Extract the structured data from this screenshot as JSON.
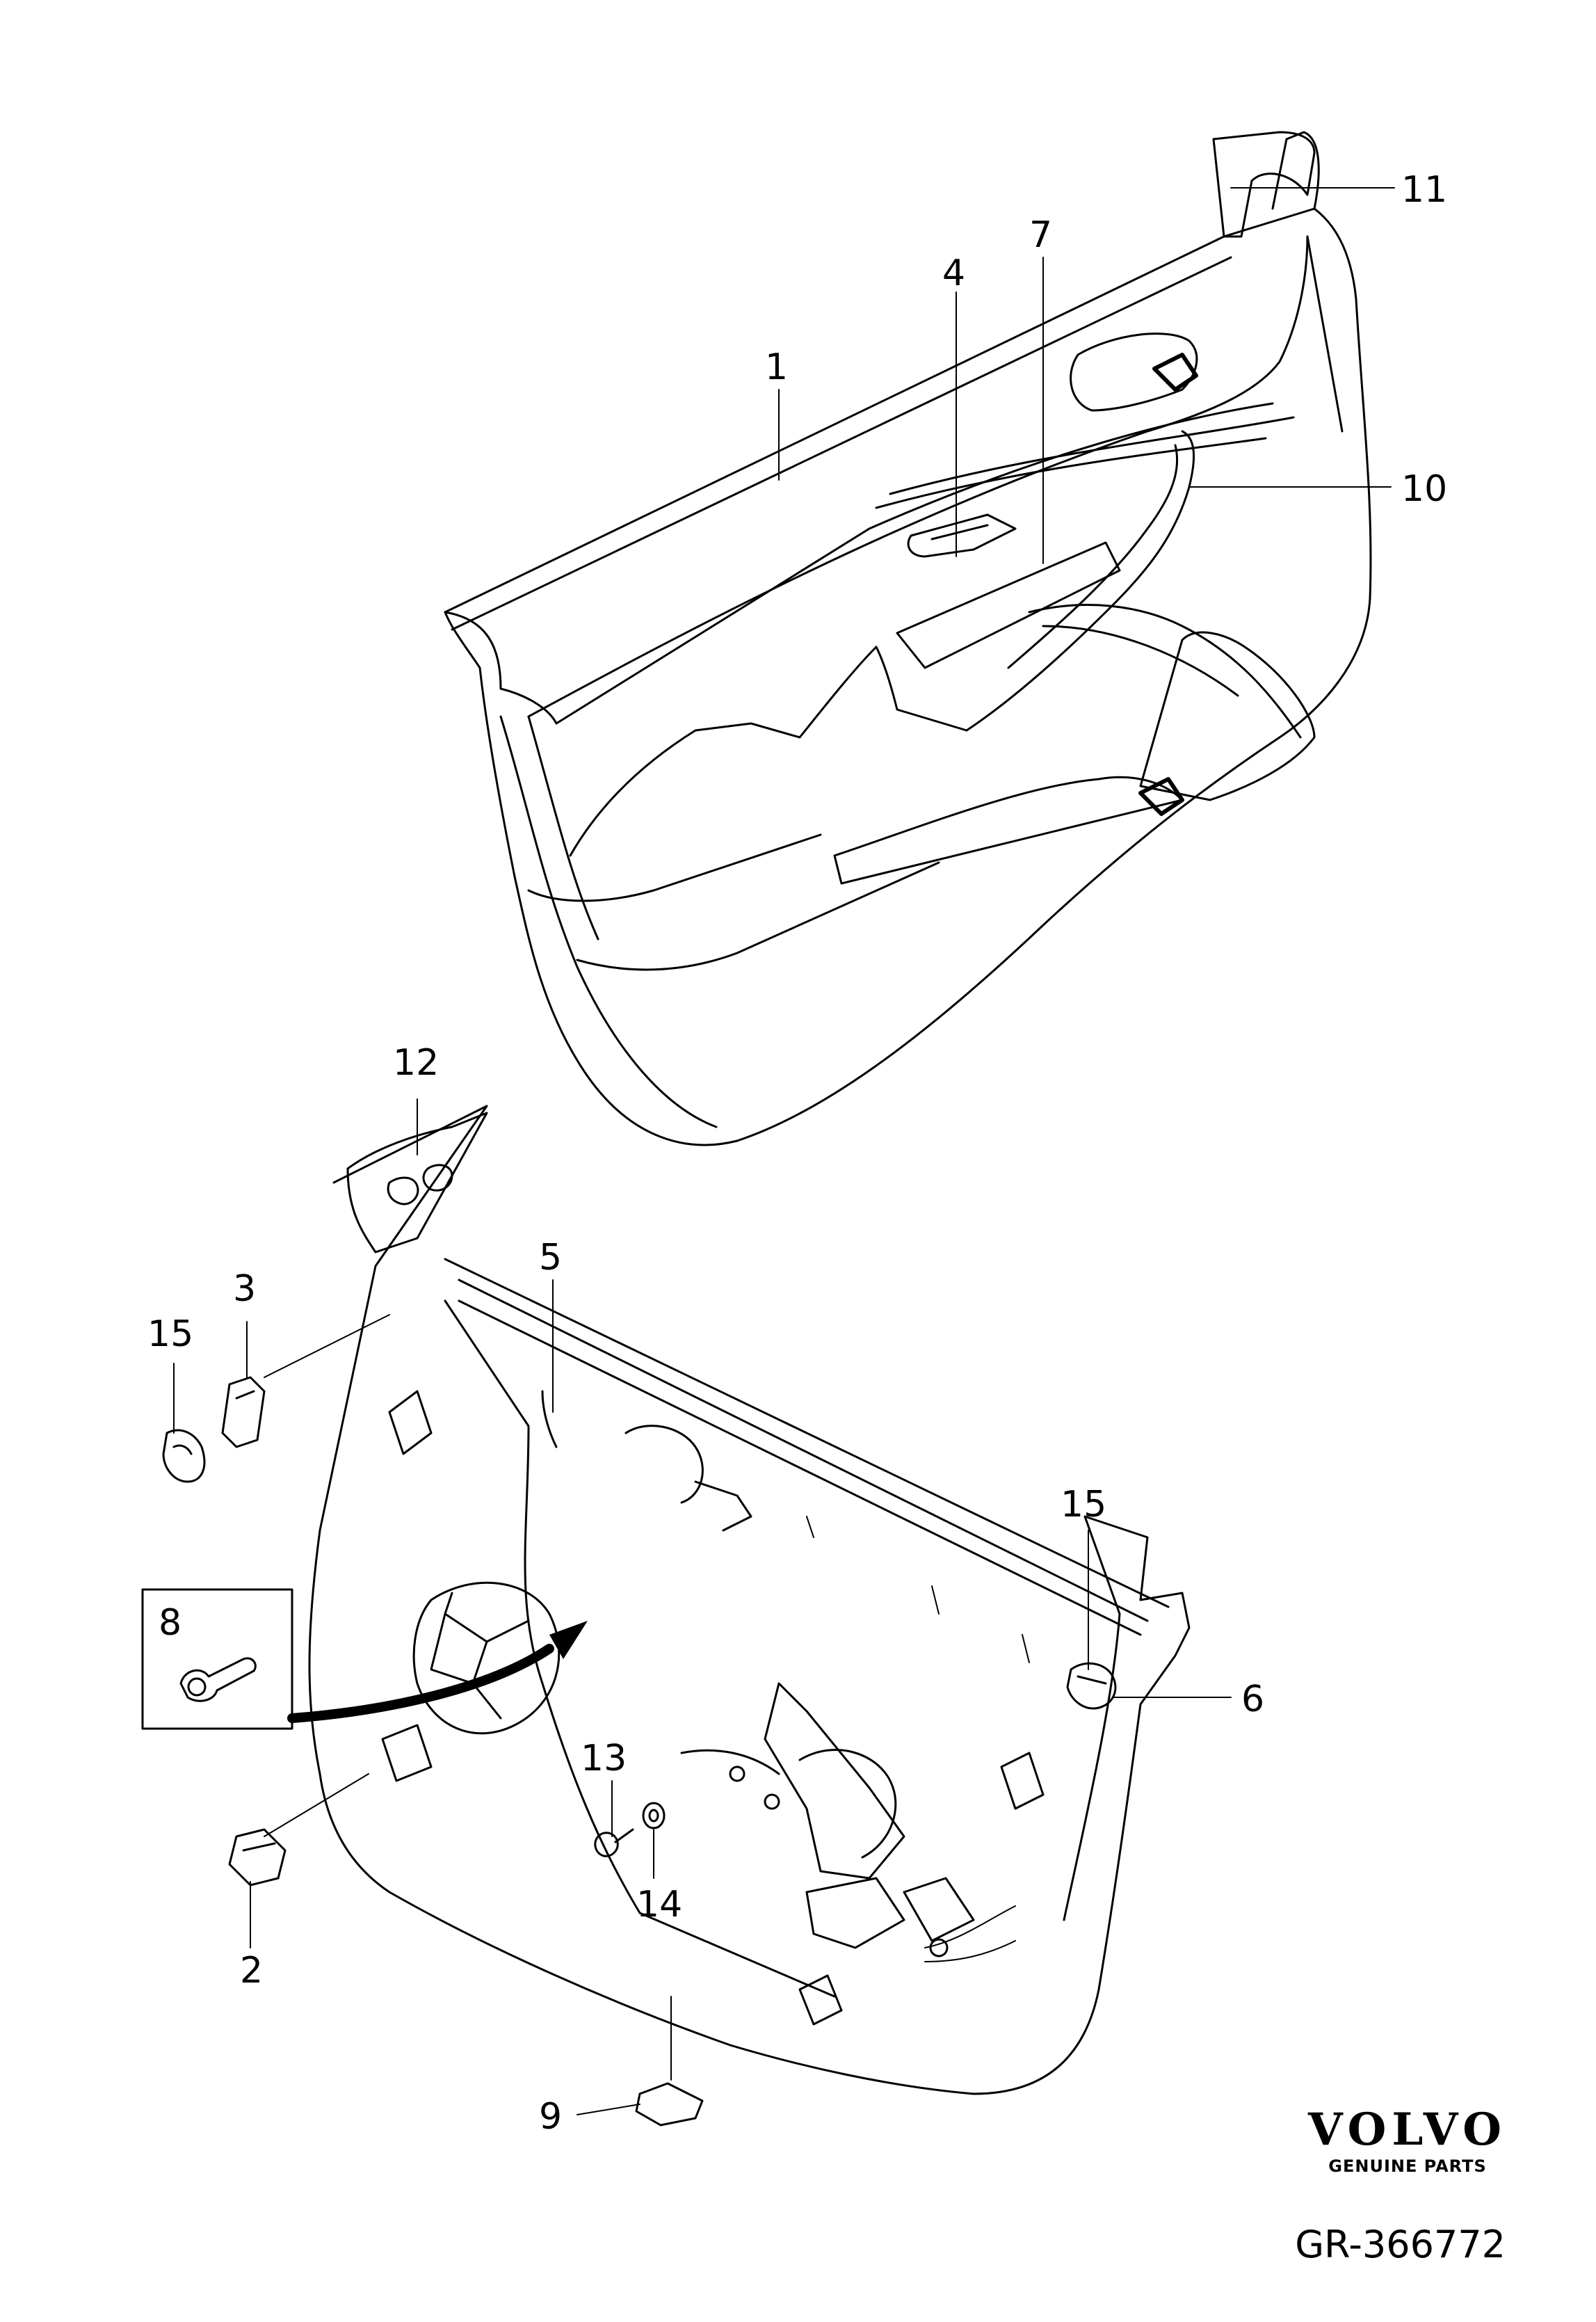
{
  "callouts": {
    "c1": "1",
    "c2": "2",
    "c3": "3",
    "c4": "4",
    "c5": "5",
    "c6": "6",
    "c7": "7",
    "c8": "8",
    "c9": "9",
    "c10": "10",
    "c11": "11",
    "c12": "12",
    "c13": "13",
    "c14": "14",
    "c15a": "15",
    "c15b": "15"
  },
  "brand": {
    "logo": "VOLVO",
    "subtitle": "GENUINE PARTS"
  },
  "reference": "GR-366772",
  "colors": {
    "line": "#000000",
    "background": "#ffffff"
  }
}
